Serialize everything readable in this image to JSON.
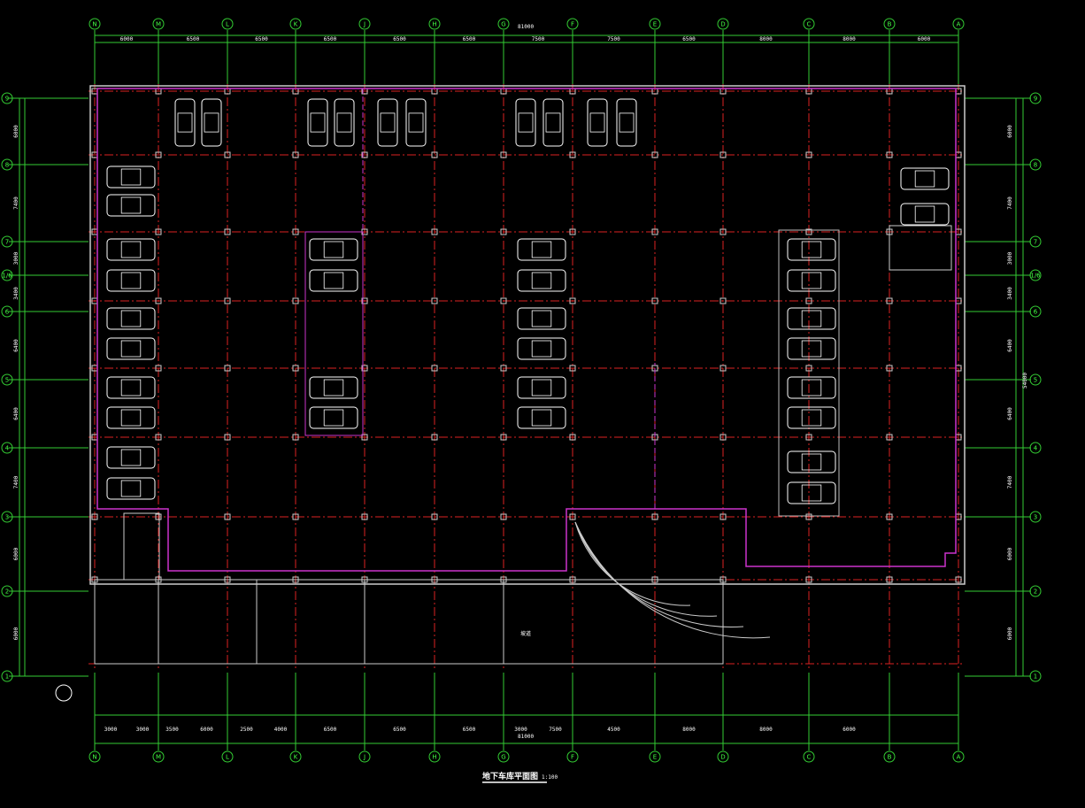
{
  "drawing": {
    "title": "地下车库平面图",
    "scale": "1:100",
    "colors": {
      "background": "#000000",
      "axis": "#33cc33",
      "grid": "#dd2222",
      "wall": "#cc33cc",
      "car": "#ffffff",
      "column": "#cccccc"
    }
  },
  "columns": {
    "labels": [
      "N",
      "M",
      "L",
      "K",
      "J",
      "H",
      "G",
      "F",
      "E",
      "D",
      "C",
      "B",
      "A"
    ],
    "top_dims": [
      "6000",
      "6500",
      "6500",
      "6500",
      "6500",
      "6500",
      "7500",
      "7500",
      "6500",
      "8000",
      "8000",
      "6000"
    ],
    "total": "81000"
  },
  "rows": {
    "labels": [
      "9",
      "8",
      "7",
      "1/6",
      "6",
      "5",
      "4",
      "3",
      "2",
      "1"
    ],
    "right_dims": [
      "6000",
      "7400",
      "3000",
      "3400",
      "6400",
      "6400",
      "7400",
      "6000",
      "6000"
    ],
    "total": "54000"
  },
  "bottom_dims": [
    "3000",
    "3000",
    "3500",
    "6000",
    "2500",
    "4000",
    "6500",
    "6500",
    "6500",
    "3000",
    "7500",
    "4500",
    "8000",
    "8000",
    "6000"
  ],
  "ramp_label": "坡道"
}
